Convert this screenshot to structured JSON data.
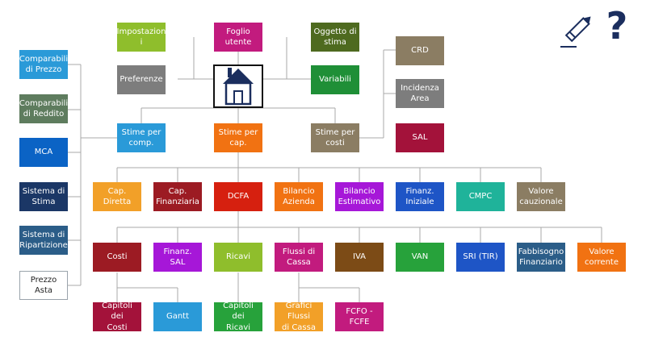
{
  "help_label": "?",
  "colors": {
    "green_light": "#8fbe2c",
    "magenta": "#c21b7e",
    "olive": "#4e6a1f",
    "gray": "#7d7d7d",
    "green": "#1f8f37",
    "taupe": "#8b7d63",
    "maroon": "#a3123a",
    "blue_light": "#2a9ad8",
    "orange": "#f17212",
    "navy": "#1b3766",
    "slate_blue": "#2b5d88",
    "sage": "#5e7c5e",
    "blue": "#0b63c5",
    "amber": "#f2a028",
    "brick": "#9c1b23",
    "red": "#d6200f",
    "purple": "#a617d8",
    "royal": "#1e55c6",
    "teal": "#1fb39a",
    "brown": "#7c4b16",
    "bright_green": "#27a23b"
  },
  "nodes": {
    "impostazioni": "Impostazion\ni",
    "foglio_utente": "Foglio\nutente",
    "oggetto_stima": "Oggetto di\nstima",
    "preferenze": "Preferenze",
    "variabili": "Variabili",
    "crd": "CRD",
    "incidenza_area": "Incidenza\nArea",
    "sal": "SAL",
    "comparabili_prezzo": "Comparabili\ndi Prezzo",
    "comparabili_reddito": "Comparabili\ndi Reddito",
    "mca": "MCA",
    "sistema_stima": "Sistema di\nStima",
    "sistema_ripartizione": "Sistema di\nRipartizione",
    "prezzo_asta": "Prezzo Asta",
    "stime_comp": "Stime per\ncomp.",
    "stime_cap": "Stime per\ncap.",
    "stime_costi": "Stime per\ncosti",
    "cap_diretta": "Cap. Diretta",
    "cap_finanziaria": "Cap.\nFinanziaria",
    "dcfa": "DCFA",
    "bilancio_azienda": "Bilancio\nAzienda",
    "bilancio_estimativo": "Bilancio\nEstimativo",
    "finanz_iniziale": "Finanz.\nIniziale",
    "cmpc": "CMPC",
    "valore_cauzionale": "Valore\ncauzionale",
    "costi": "Costi",
    "finanz_sal": "Finanz. SAL",
    "ricavi": "Ricavi",
    "flussi_cassa": "Flussi di\nCassa",
    "iva": "IVA",
    "van": "VAN",
    "sri_tir": "SRI (TIR)",
    "fabbisogno_finanziario": "Fabbisogno\nFinanziario",
    "valore_corrente": "Valore\ncorrente",
    "capitoli_costi": "Capitoli dei\nCosti",
    "gantt": "Gantt",
    "capitoli_ricavi": "Capitoli dei\nRicavi",
    "grafici_flussi": "Grafici Flussi\ndi Cassa",
    "fcfo_fcfe": "FCFO - FCFE"
  }
}
